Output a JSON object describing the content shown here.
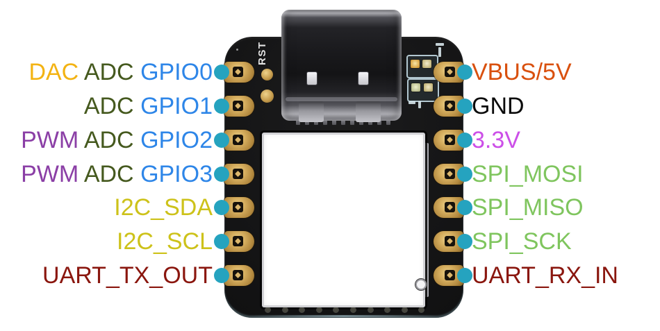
{
  "colors": {
    "background": "#ffffff",
    "dac": "#f3b313",
    "adc": "#45591e",
    "gpio": "#2e86e8",
    "pwm": "#8b3fa6",
    "i2c": "#cdc21a",
    "uart": "#8a160e",
    "power_5v": "#d9500e",
    "gnd": "#0b0b0b",
    "v33": "#cc4fe8",
    "spi": "#7fc55e",
    "pin_dot": "#25a3bf"
  },
  "board": {
    "silkscreen": {
      "reset_label": "RST"
    }
  },
  "pins": {
    "left": [
      {
        "parts": [
          {
            "text": "DAC",
            "color": "dac"
          },
          {
            "text": "ADC",
            "color": "adc"
          },
          {
            "text": "GPIO0",
            "color": "gpio"
          }
        ]
      },
      {
        "parts": [
          {
            "text": "ADC",
            "color": "adc"
          },
          {
            "text": "GPIO1",
            "color": "gpio"
          }
        ]
      },
      {
        "parts": [
          {
            "text": "PWM",
            "color": "pwm"
          },
          {
            "text": "ADC",
            "color": "adc"
          },
          {
            "text": "GPIO2",
            "color": "gpio"
          }
        ]
      },
      {
        "parts": [
          {
            "text": "PWM",
            "color": "pwm"
          },
          {
            "text": "ADC",
            "color": "adc"
          },
          {
            "text": "GPIO3",
            "color": "gpio"
          }
        ]
      },
      {
        "parts": [
          {
            "text": "I2C_SDA",
            "color": "i2c"
          }
        ]
      },
      {
        "parts": [
          {
            "text": "I2C_SCL",
            "color": "i2c"
          }
        ]
      },
      {
        "parts": [
          {
            "text": "UART_TX_OUT",
            "color": "uart"
          }
        ]
      }
    ],
    "right": [
      {
        "parts": [
          {
            "text": "VBUS/5V",
            "color": "power_5v"
          }
        ]
      },
      {
        "parts": [
          {
            "text": "GND",
            "color": "gnd"
          }
        ]
      },
      {
        "parts": [
          {
            "text": "3.3V",
            "color": "v33"
          }
        ]
      },
      {
        "parts": [
          {
            "text": "SPI_MOSI",
            "color": "spi"
          }
        ]
      },
      {
        "parts": [
          {
            "text": "SPI_MISO",
            "color": "spi"
          }
        ]
      },
      {
        "parts": [
          {
            "text": "SPI_SCK",
            "color": "spi"
          }
        ]
      },
      {
        "parts": [
          {
            "text": "UART_RX_IN",
            "color": "uart"
          }
        ]
      }
    ]
  }
}
